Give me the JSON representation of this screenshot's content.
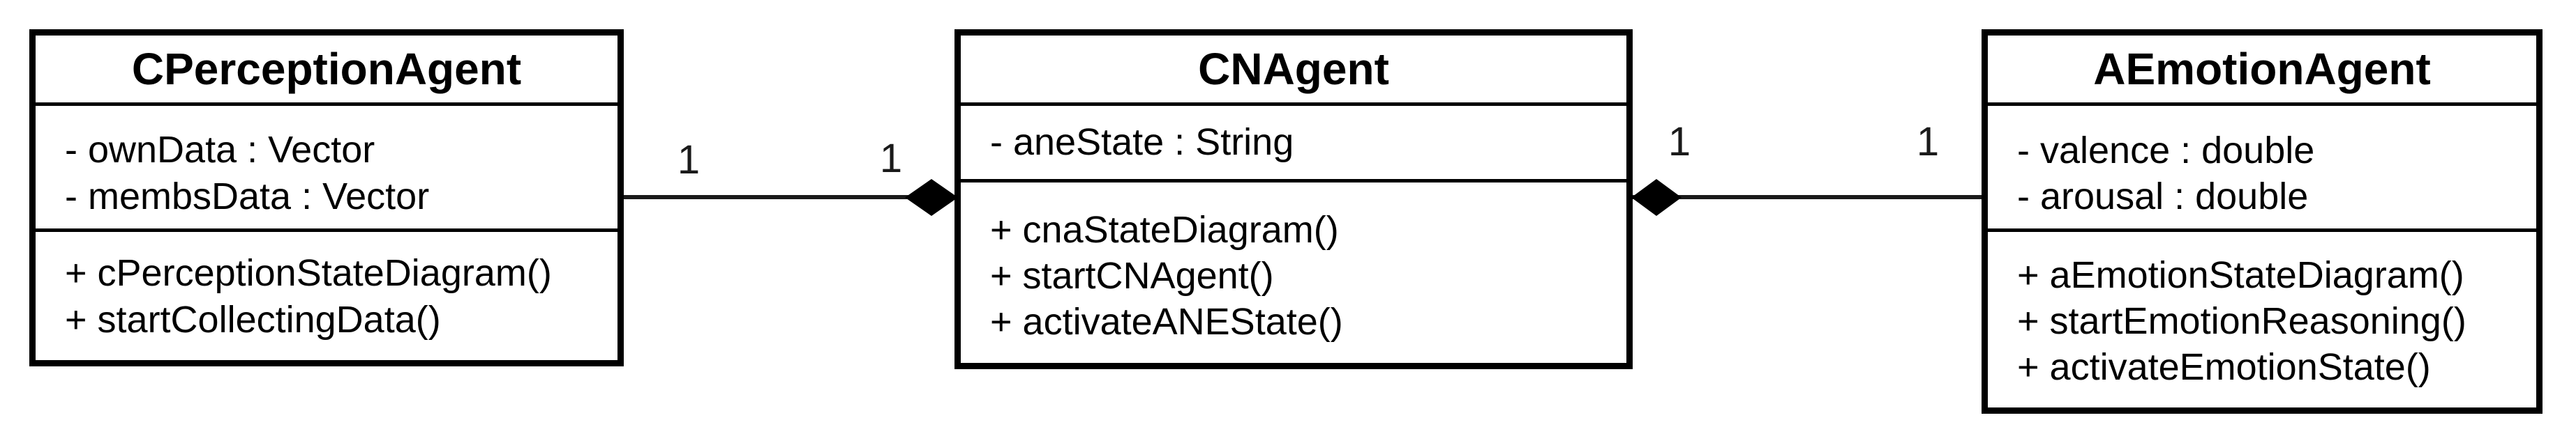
{
  "diagram": {
    "type": "uml_class_diagram",
    "colors": {
      "background": "#ffffff",
      "line": "#000000",
      "class_fill": "#ffffff",
      "text": "#000000"
    },
    "classes": [
      {
        "name": "CPerceptionAgent",
        "attributes": [
          "- ownData : Vector",
          "- membsData : Vector"
        ],
        "methods": [
          "+ cPerceptionStateDiagram()",
          "+ startCollectingData()"
        ]
      },
      {
        "name": "CNAgent",
        "attributes": [
          "- aneState : String"
        ],
        "methods": [
          "+ cnaStateDiagram()",
          "+ startCNAgent()",
          "+ activateANEState()"
        ]
      },
      {
        "name": "AEmotionAgent",
        "attributes": [
          "- valence : double",
          "- arousal : double"
        ],
        "methods": [
          "+ aEmotionStateDiagram()",
          "+ startEmotionReasoning()",
          "+ activateEmotionState()"
        ]
      }
    ],
    "associations": [
      {
        "from": "CPerceptionAgent",
        "to": "CNAgent",
        "kind": "composition",
        "diamond_at": "CNAgent",
        "multiplicity_from": "1",
        "multiplicity_to": "1"
      },
      {
        "from": "CNAgent",
        "to": "AEmotionAgent",
        "kind": "composition",
        "diamond_at": "CNAgent",
        "multiplicity_from": "1",
        "multiplicity_to": "1"
      }
    ]
  }
}
